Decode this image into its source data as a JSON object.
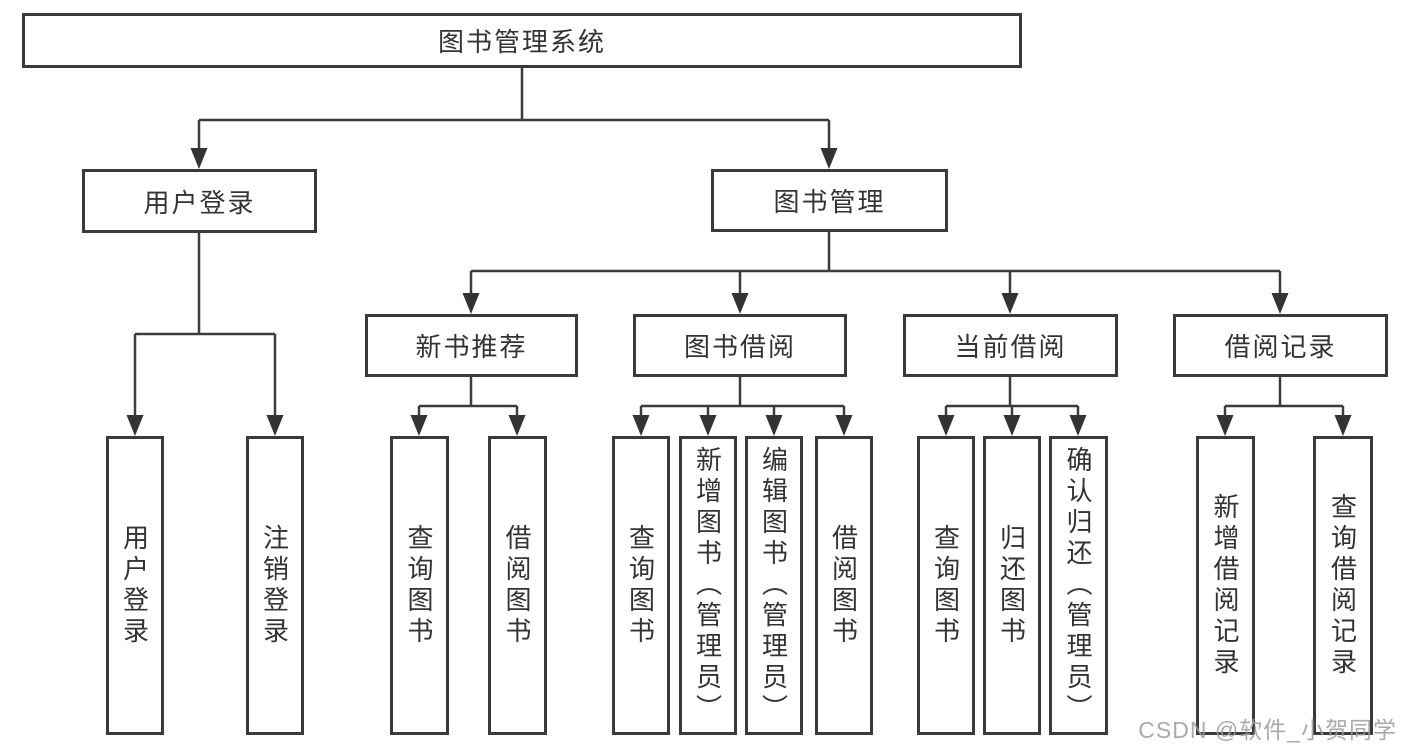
{
  "nodes": {
    "root": "图书管理系统",
    "user_login": "用户登录",
    "book_management": "图书管理",
    "new_book_recommend": "新书推荐",
    "book_borrow": "图书借阅",
    "current_borrow": "当前借阅",
    "borrow_record": "借阅记录",
    "leaf_user_login": "用户登录",
    "leaf_logout": "注销登录",
    "leaf_query_book_recommend": "查询图书",
    "leaf_borrow_book_recommend": "借阅图书",
    "leaf_query_book_borrow": "查询图书",
    "leaf_add_book_admin": "新增图书（管理员）",
    "leaf_edit_book_admin": "编辑图书（管理员）",
    "leaf_borrow_book_borrow": "借阅图书",
    "leaf_query_book_current": "查询图书",
    "leaf_return_book": "归还图书",
    "leaf_confirm_return_admin": "确认归还（管理员）",
    "leaf_add_borrow_record": "新增借阅记录",
    "leaf_query_borrow_record": "查询借阅记录"
  },
  "watermark": "CSDN @软件_小贺同学",
  "colors": {
    "line": "#3b3b3b",
    "box_border": "#3a3a3a",
    "text": "#333333",
    "watermark": "#9e9e9e"
  }
}
